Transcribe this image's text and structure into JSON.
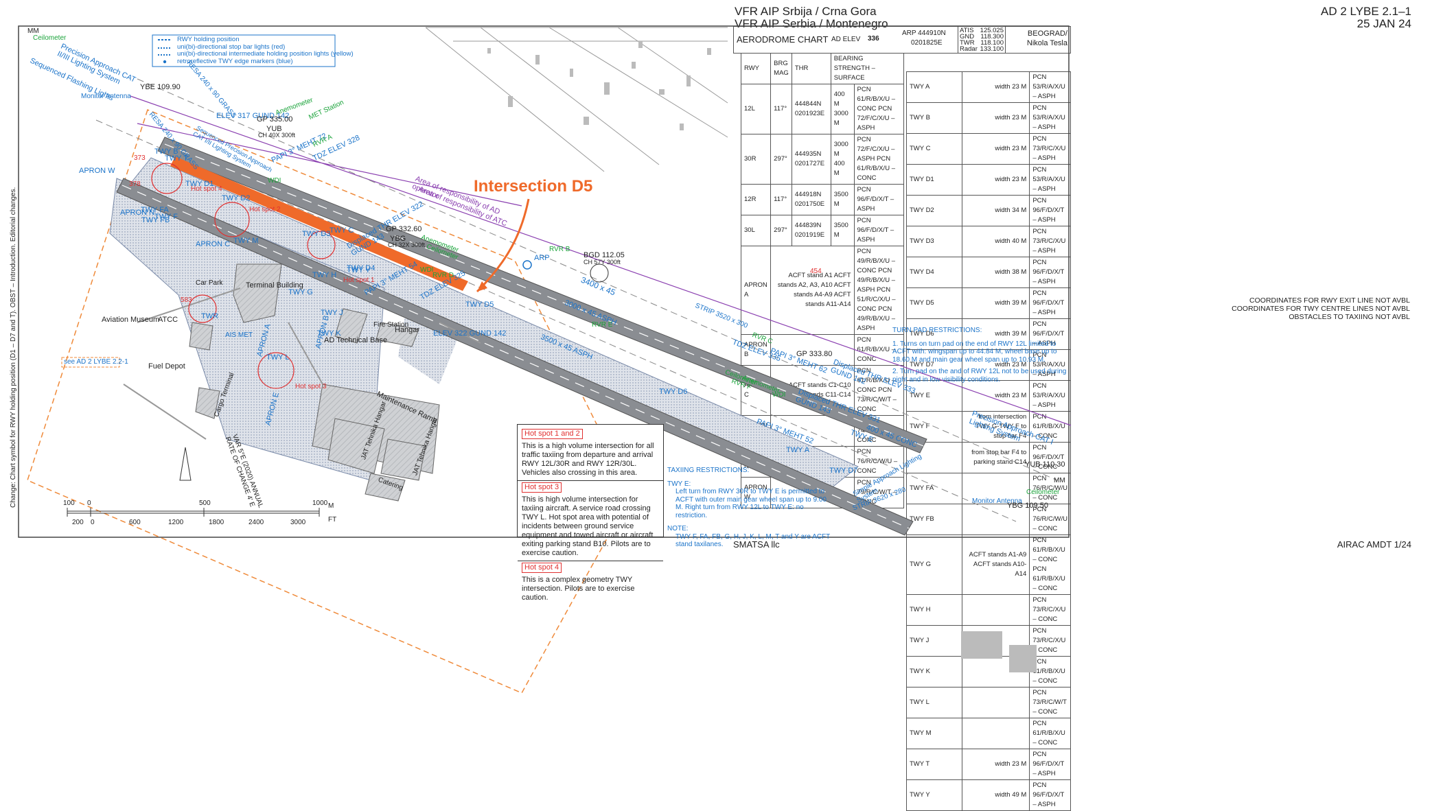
{
  "header": {
    "title_line1": "VFR AIP Srbija / Crna Gora",
    "title_line2": "VFR AIP Serbia / Montenegro",
    "ref_line1": "AD 2 LYBE 2.1–1",
    "ref_line2": "25 JAN 24",
    "chart_name": "AERODROME CHART",
    "ad_elev_label": "AD ELEV",
    "ad_elev_value": "336",
    "arp_line1": "ARP  444910N",
    "arp_line2": "0201825E",
    "freqs": [
      {
        "name": "ATIS",
        "value": "125.025"
      },
      {
        "name": "GND",
        "value": "118.300"
      },
      {
        "name": "TWR",
        "value": "118.100"
      },
      {
        "name": "Radar",
        "value": "133.100"
      }
    ],
    "city_line1": "BEOGRAD/",
    "city_line2": "Nikola Tesla"
  },
  "rwy_table": {
    "headers": [
      "RWY",
      "BRG MAG",
      "THR",
      "BEARING STRENGTH – SURFACE"
    ],
    "rows": [
      {
        "rwy": "12L",
        "brg": "117°",
        "thr": "444844N 0201923E",
        "dist": "400 M 3000 M",
        "pcn": "PCN 61/R/B/X/U – CONC PCN 72/F/C/X/U – ASPH"
      },
      {
        "rwy": "30R",
        "brg": "297°",
        "thr": "444935N 0201727E",
        "dist": "3000 M 400 M",
        "pcn": "PCN 72/F/C/X/U – ASPH PCN 61/R/B/X/U – CONC"
      },
      {
        "rwy": "12R",
        "brg": "117°",
        "thr": "444918N 0201750E",
        "dist": "3500 M",
        "pcn": "PCN 96/F/D/X/T – ASPH"
      },
      {
        "rwy": "30L",
        "brg": "297°",
        "thr": "444839N 0201919E",
        "dist": "3500 M",
        "pcn": "PCN 96/F/D/X/T – ASPH"
      }
    ],
    "aprons": [
      {
        "name": "APRON A",
        "stands": "ACFT stand A1 ACFT stands A2, A3, A10 ACFT stands A4-A9 ACFT stands A11-A14",
        "pcn": "PCN 49/R/B/X/U – CONC PCN 49/R/B/X/U – ASPH PCN 51/R/C/X/U – CONC PCN 49/R/B/X/U – ASPH"
      },
      {
        "name": "APRON B",
        "stands": "",
        "pcn": "PCN 61/R/B/X/U – CONC"
      },
      {
        "name": "APRON C",
        "stands": "ACFT stands C1-C10 ACFT stands C11-C14",
        "pcn": "PCN 61/R/B/X/U – CONC PCN 73/R/C/W/T – CONC"
      },
      {
        "name": "APRON E",
        "stands": "",
        "pcn": "PCN 74/R/B/W/T – CONC"
      },
      {
        "name": "APRON N",
        "stands": "",
        "pcn": "PCN 76/R/C/W/U – CONC"
      },
      {
        "name": "APRON W",
        "stands": "",
        "pcn": "PCN 79/R/C/W/T – CONC"
      }
    ]
  },
  "twy_table": [
    {
      "name": "TWY A",
      "width": "width 23 M",
      "pcn": "PCN 53/R/A/X/U – ASPH"
    },
    {
      "name": "TWY B",
      "width": "width 23 M",
      "pcn": "PCN 53/R/A/X/U – ASPH"
    },
    {
      "name": "TWY C",
      "width": "width 23 M",
      "pcn": "PCN 73/R/C/X/U – ASPH"
    },
    {
      "name": "TWY D1",
      "width": "width 23 M",
      "pcn": "PCN 53/R/A/X/U – ASPH"
    },
    {
      "name": "TWY D2",
      "width": "width 34 M",
      "pcn": "PCN 96/F/D/X/T – ASPH"
    },
    {
      "name": "TWY D3",
      "width": "width 40 M",
      "pcn": "PCN 73/R/C/X/U – ASPH"
    },
    {
      "name": "TWY D4",
      "width": "width 38 M",
      "pcn": "PCN 96/F/D/X/T – ASPH"
    },
    {
      "name": "TWY D5",
      "width": "width 39 M",
      "pcn": "PCN 96/F/D/X/T – ASPH"
    },
    {
      "name": "TWY D6",
      "width": "width 39 M",
      "pcn": "PCN 96/F/D/X/T – ASPH"
    },
    {
      "name": "TWY D7",
      "width": "width 23 M",
      "pcn": "PCN 53/R/A/X/U – ASPH"
    },
    {
      "name": "TWY E",
      "width": "width 23 M",
      "pcn": "PCN 53/R/A/X/U – ASPH"
    },
    {
      "name": "TWY F",
      "width": "from intersection TWY G-TWY F to stop bar F4",
      "pcn": "PCN 61/R/B/X/U – CONC"
    },
    {
      "name": "",
      "width": "from stop bar F4 to parking stand C14",
      "pcn": "PCN 96/F/D/X/T – CONC"
    },
    {
      "name": "TWY FA",
      "width": "",
      "pcn": "PCN 76/R/C/W/U – CONC"
    },
    {
      "name": "TWY FB",
      "width": "",
      "pcn": "PCN 76/R/C/W/U – CONC"
    },
    {
      "name": "TWY G",
      "width": "ACFT stands A1-A9 ACFT stands A10-A14",
      "pcn": "PCN 61/R/B/X/U – CONC PCN 61/R/B/X/U – CONC"
    },
    {
      "name": "TWY H",
      "width": "",
      "pcn": "PCN 73/R/C/X/U – CONC"
    },
    {
      "name": "TWY J",
      "width": "",
      "pcn": "PCN 73/R/C/X/U – CONC"
    },
    {
      "name": "TWY K",
      "width": "",
      "pcn": "PCN 61/R/B/X/U – CONC"
    },
    {
      "name": "TWY L",
      "width": "",
      "pcn": "PCN 73/R/C/W/T – CONC"
    },
    {
      "name": "TWY M",
      "width": "",
      "pcn": "PCN 61/R/B/X/U – CONC"
    },
    {
      "name": "TWY T",
      "width": "width 23 M",
      "pcn": "PCN 96/F/D/X/T – ASPH"
    },
    {
      "name": "TWY Y",
      "width": "width 49 M",
      "pcn": "PCN 96/F/D/X/T – ASPH"
    }
  ],
  "notes_coords": [
    "COORDINATES FOR RWY EXIT LINE NOT AVBL",
    "COORDINATES FOR TWY CENTRE LINES NOT AVBL",
    "OBSTACLES TO TAXIING NOT AVBL"
  ],
  "turn_pad": {
    "title": "TURN PAD RESTRICTIONS:",
    "item1": "1.  Turns on turn pad on the end of RWY 12L limited to ACFT with: wingspan up to 44.84 M, wheel base up to 18.60 M and main gear wheel span up to 10.93 M.",
    "item2": "2.  Turn pad on the and of RWY 12L not to be used during night and in low visibility conditions."
  },
  "taxiing": {
    "title": "TAXIING RESTRICTIONS:",
    "twy_e": "TWY E:",
    "text": "Left turn from RWY 30R to TWY E is permitted to ACFT with outer main gear wheel span up to 9.00 M. Right turn from RWY 12L to TWY E: no restriction.",
    "note_title": "NOTE:",
    "note": "TWY F, FA, FB, G, H, J, K, L, M, T and Y are ACFT stand taxilanes."
  },
  "hotspots": [
    {
      "title": "Hot spot 1 and 2",
      "text": "This is a high volume intersection for all traffic taxiing from departure and arrival RWY 12L/30R and RWY 12R/30L. Vehicles also crossing in this area."
    },
    {
      "title": "Hot spot 3",
      "text": "This is high volume intersection for taxiing aircraft. A service road crossing TWY L. Hot spot area with potential of incidents between ground service equipment and towed aircraft or aircraft exiting parking stand B10. Pilots are to exercise caution."
    },
    {
      "title": "Hot spot 4",
      "text": "This is a complex geometry TWY intersection. Pilots are to exercise caution."
    }
  ],
  "legend": [
    "RWY holding position",
    "uni(bi)-directional stop bar lights (red)",
    "uni(bi)-directional intermediate holding position lights (yellow)",
    "retroreflective TWY edge markers (blue)"
  ],
  "annotation": "Intersection D5",
  "map_labels": {
    "mm1": "MM",
    "ceilometer1": "Ceilometer",
    "pa_cat": "Precision Approach CAT II/III Lighting System",
    "seq_flash": "Sequenced Flashing Lights",
    "monitor_antenna": "Monitor Antenna",
    "ybe": "YBE 109.90",
    "resa1": "RESA 240 x 90 GRASS",
    "resa2": "RESA 240 x 90 GRASS",
    "apron_w": "APRON W",
    "n373": "373",
    "n378": "378",
    "elev317": "ELEV 317 GUND 142",
    "gp335": "GP 335.00",
    "yub": "YUB",
    "yub_ch": "CH 40X 300ft",
    "anemometer1": "Anemometer",
    "met": "MET Station",
    "papi1": "PAPI 3° MEHT 72",
    "tdz328": "TDZ ELEV 328",
    "rvr_a": "RVR A",
    "seq_pa2": "Sequenced Precision Approach CAT I/II Lighting System",
    "wdi1": "WDI",
    "area_ops": "Area of responsibility of AD operator",
    "area_atc": "Area of responsibility of ATC",
    "gp332": "GP 332.60",
    "ybg": "YBG",
    "ybg_ch": "CH 32X 300ft",
    "anemometer2": "Anemometer",
    "ceilometer2": "Ceilometer",
    "wdi2": "WDI",
    "rvr_d": "RVR D",
    "disp_thr1": "Displaced THR ELEV 322 GUND 143",
    "papi2": "PAPI 3° MEHT 54",
    "tdz325": "TDZ ELEV 325",
    "bgd": "BGD 112.05",
    "bgd_ch": "CH 57Y 300ft",
    "rvr_b": "RVR B",
    "arp": "ARP",
    "rwy_long": "3400 x 45",
    "rwy_short": "3000 x 45 ASPH",
    "rvr_e": "RVR E",
    "n454": "454",
    "strip1": "STRIP 3520 x 300",
    "rwy2": "3500 x 45 ASPH",
    "elev322": "ELEV 322 GUND 142",
    "hangar": "Hangar",
    "fire": "Fire Station",
    "ad_tech": "AD Technical Base",
    "terminal": "Terminal Building",
    "car_park": "Car Park",
    "museum": "Aviation Museum",
    "atcc": "ATCC",
    "twr": "TWR",
    "ais": "AIS MET",
    "n583": "583",
    "fuel": "Fuel Depot",
    "cargo": "Cargo Terminal",
    "see_ad": "see AD 2 LYBE 2.2-1",
    "maint": "Maintenance Ramp",
    "jat1": "JAT Tehnika Hangar",
    "jat2": "JAT Tehnika Hangar",
    "catering": "Catering",
    "var": "VAR 5°E (2020) ANNUAL RATE OF CHANGE 4' E",
    "tdz335": "TDZ ELEV 335",
    "papi3": "PAPI 3° MEHT 62",
    "gp333": "GP 333.80",
    "disp_thr2": "Displaced THR ELEV 333 GUND 142",
    "ceilometer3": "Ceilometer",
    "rvr_f": "RVR F",
    "rvr_c": "RVR C",
    "anemometer3": "Anemometer",
    "wdi3": "WDI",
    "disp_thr3": "Displaced THR ELEV 331 GUND 143",
    "papi4": "PAPI 3° MEHT 52",
    "twy_e": "TWY E",
    "rwy400": "400 x 45 CONC",
    "simple_app": "Simple Approach Lighting System",
    "strip2": "STRIP 3620 x 280",
    "pa_cat2": "Precision Approach CAT I Lighting System",
    "yub110": "YUB 110.30",
    "mm2": "MM",
    "ceilometer4": "Ceilometer",
    "monitor2": "Monitor Antenna",
    "ybg109": "YBG 109.50",
    "hot1": "Hot spot 1",
    "hot2": "Hot spot 2",
    "hot3": "Hot spot 3",
    "hot4": "Hot spot 4",
    "twy_labels": [
      "TWY B",
      "TWY T",
      "TWY D1",
      "TWY D2",
      "TWY D3",
      "TWY D4",
      "TWY D5",
      "TWY D6",
      "TWY D7",
      "TWY C",
      "TWY F",
      "TWY FA",
      "TWY FB",
      "TWY M",
      "TWY G",
      "TWY H",
      "TWY J",
      "TWY K",
      "TWY L",
      "TWY Y",
      "TWY A"
    ],
    "apron_labels": [
      "APRON N",
      "APRON C",
      "APRON A",
      "APRON B",
      "APRON E"
    ]
  },
  "scale": {
    "m_labels": [
      "100",
      "0",
      "500",
      "1000"
    ],
    "m_unit": "M",
    "ft_labels": [
      "200",
      "0",
      "600",
      "1200",
      "1800",
      "2400",
      "3000"
    ],
    "ft_unit": "FT"
  },
  "side_note": "Change: Chart symbol for RWY holding position (D1 – D7 and T). OBST – Introduction. Editorial changes.",
  "footer": {
    "left": "SMATSA llc",
    "right": "AIRAC AMDT 1/24"
  },
  "colors": {
    "accent": "#ef6a2a",
    "twy_blue": "#1a73c9",
    "red": "#e03030",
    "green": "#1aa33a",
    "purple": "#8a3fb0",
    "runway": "#8a8d92"
  }
}
